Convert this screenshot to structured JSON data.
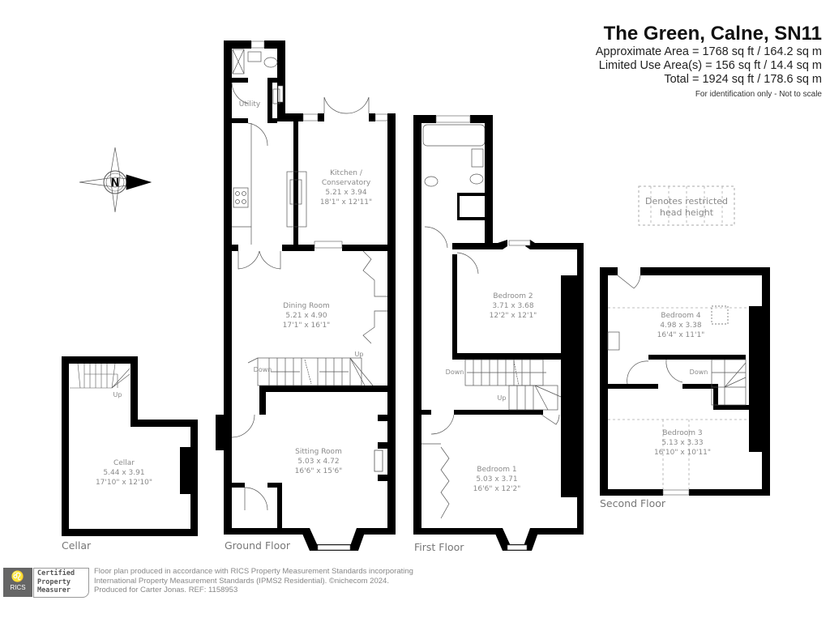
{
  "header": {
    "title": "The Green, Calne, SN11",
    "approx_area": "Approximate Area = 1768 sq ft / 164.2 sq m",
    "limited_use": "Limited Use Area(s) = 156 sq ft / 14.4 sq m",
    "total": "Total = 1924 sq ft / 178.6 sq m",
    "disclaimer": "For identification only - Not to scale"
  },
  "compass": {
    "letter": "N"
  },
  "legend": {
    "line1": "Denotes restricted",
    "line2": "head height"
  },
  "floors": {
    "cellar": {
      "label": "Cellar",
      "rooms": [
        {
          "name": "Cellar",
          "metric": "5.44 x 3.91",
          "imperial": "17'10\" x 12'10\""
        }
      ],
      "stair_label": "Up"
    },
    "ground": {
      "label": "Ground Floor",
      "rooms": [
        {
          "name": "Utility"
        },
        {
          "name": "Kitchen /",
          "name2": "Conservatory",
          "metric": "5.21 x 3.94",
          "imperial": "18'1\" x 12'11\""
        },
        {
          "name": "Dining Room",
          "metric": "5.21 x 4.90",
          "imperial": "17'1\" x 16'1\""
        },
        {
          "name": "Sitting Room",
          "metric": "5.03 x 4.72",
          "imperial": "16'6\" x 15'6\""
        }
      ],
      "stair_down": "Down",
      "stair_up": "Up"
    },
    "first": {
      "label": "First Floor",
      "rooms": [
        {
          "name": "Bedroom 2",
          "metric": "3.71 x 3.68",
          "imperial": "12'2\" x 12'1\""
        },
        {
          "name": "Bedroom 1",
          "metric": "5.03 x 3.71",
          "imperial": "16'6\" x 12'2\""
        }
      ],
      "stair_down": "Down",
      "stair_up": "Up"
    },
    "second": {
      "label": "Second Floor",
      "rooms": [
        {
          "name": "Bedroom 4",
          "metric": "4.98 x 3.38",
          "imperial": "16'4\" x 11'1\""
        },
        {
          "name": "Bedroom 3",
          "metric": "5.13 x 3.33",
          "imperial": "16'10\" x 10'11\""
        }
      ],
      "stair_down": "Down"
    }
  },
  "footer": {
    "line1": "Floor plan produced in accordance with RICS Property Measurement Standards incorporating",
    "line2": "International Property Measurement Standards (IPMS2 Residential).   ©nichecom 2024.",
    "line3": "Produced for Carter Jonas.   REF:  1158953",
    "badge_org": "RICS",
    "badge_line1": "Certified",
    "badge_line2": "Property",
    "badge_line3": "Measurer"
  }
}
